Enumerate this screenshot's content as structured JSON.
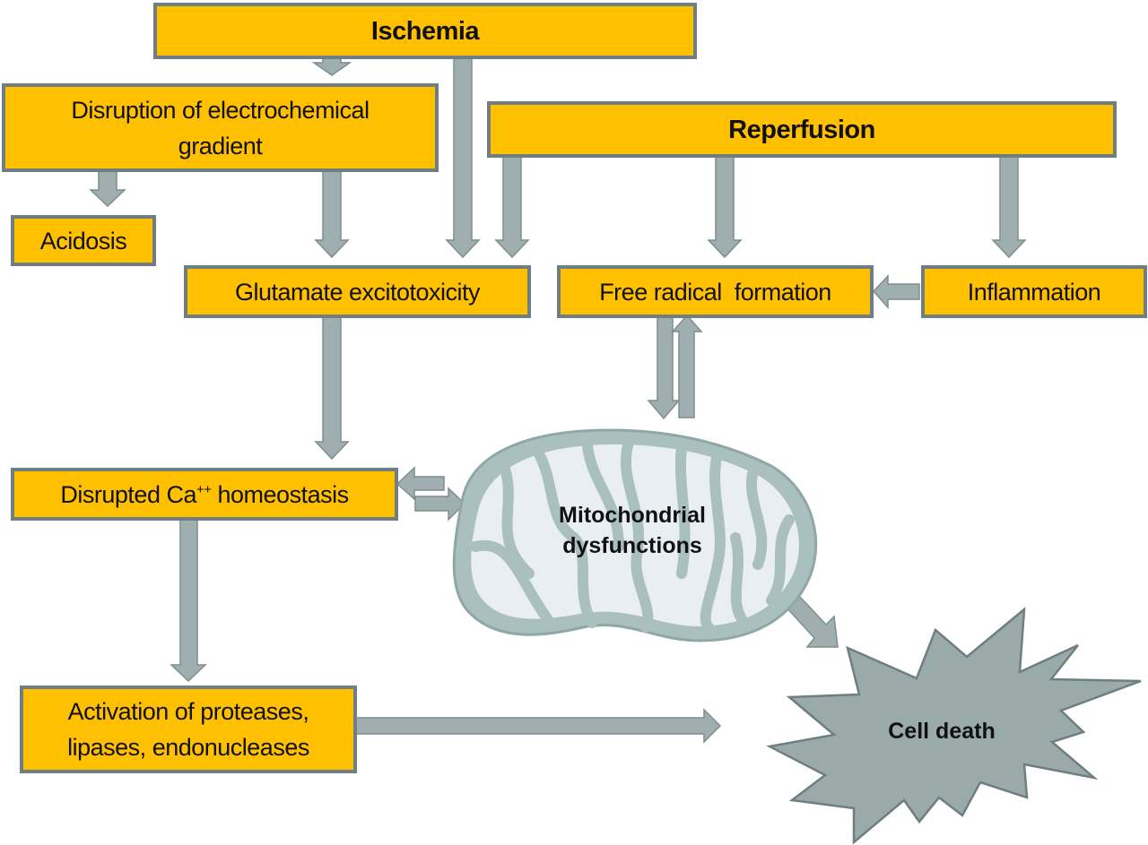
{
  "diagram": {
    "nodes": {
      "ischemia": "Ischemia",
      "disruption": "Disruption of electrochemical gradient",
      "reperfusion": "Reperfusion",
      "acidosis": "Acidosis",
      "glutamate": "Glutamate excitotoxicity",
      "free_radical": "Free radical  formation",
      "inflammation": "Inflammation",
      "calcium_prefix": "Disrupted Ca",
      "calcium_sup": "++",
      "calcium_suffix": " homeostasis",
      "activation": "Activation of proteases, lipases, endonucleases",
      "mitochondria": "Mitochondrial dysfunctions",
      "cell_death": "Cell death"
    },
    "edges": [
      {
        "from": "Ischemia",
        "to": "Disruption of electrochemical gradient"
      },
      {
        "from": "Ischemia",
        "to": "Glutamate excitotoxicity"
      },
      {
        "from": "Disruption of electrochemical gradient",
        "to": "Acidosis"
      },
      {
        "from": "Disruption of electrochemical gradient",
        "to": "Glutamate excitotoxicity"
      },
      {
        "from": "Reperfusion",
        "to": "Glutamate excitotoxicity"
      },
      {
        "from": "Reperfusion",
        "to": "Free radical formation"
      },
      {
        "from": "Reperfusion",
        "to": "Inflammation"
      },
      {
        "from": "Inflammation",
        "to": "Free radical formation"
      },
      {
        "from": "Free radical formation",
        "to": "Mitochondrial dysfunctions"
      },
      {
        "from": "Mitochondrial dysfunctions",
        "to": "Free radical formation"
      },
      {
        "from": "Glutamate excitotoxicity",
        "to": "Disrupted Ca++ homeostasis"
      },
      {
        "from": "Disrupted Ca++ homeostasis",
        "to": "Mitochondrial dysfunctions"
      },
      {
        "from": "Mitochondrial dysfunctions",
        "to": "Disrupted Ca++ homeostasis"
      },
      {
        "from": "Disrupted Ca++ homeostasis",
        "to": "Activation of proteases, lipases, endonucleases"
      },
      {
        "from": "Activation of proteases, lipases, endonucleases",
        "to": "Cell death"
      },
      {
        "from": "Mitochondrial dysfunctions",
        "to": "Cell death"
      }
    ],
    "colors": {
      "box_fill": "#FFC000",
      "box_border": "#6F7E82",
      "arrow_fill": "#9FAEAE",
      "mito_fill": "#A9C0BE",
      "mito_inner": "#E9EEF2",
      "cell_death_fill": "#9AAAA9"
    }
  }
}
